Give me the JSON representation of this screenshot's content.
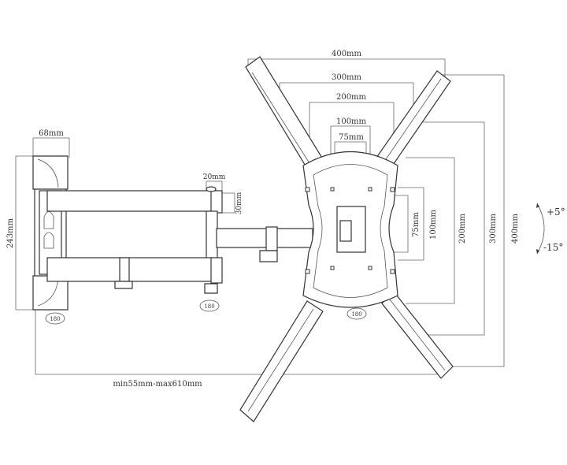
{
  "title": "TV wall mount dimension diagram",
  "labels": {
    "wall_plate_width": "68mm",
    "wall_plate_height": "243mm",
    "arm_end_width": "20mm",
    "arm_end_height": "30mm",
    "extension": "min55mm-max610mm",
    "swivel_wall": "180",
    "swivel_arm": "180",
    "swivel_head": "180",
    "vesa_h_400": "400mm",
    "vesa_h_300": "300mm",
    "vesa_h_200": "200mm",
    "vesa_h_100": "100mm",
    "vesa_h_75": "75mm",
    "vesa_v_75": "75mm",
    "vesa_v_100": "100mm",
    "vesa_v_200": "200mm",
    "vesa_v_300": "300mm",
    "vesa_v_400": "400mm",
    "tilt_up": "+5°",
    "tilt_down": "-15°"
  }
}
